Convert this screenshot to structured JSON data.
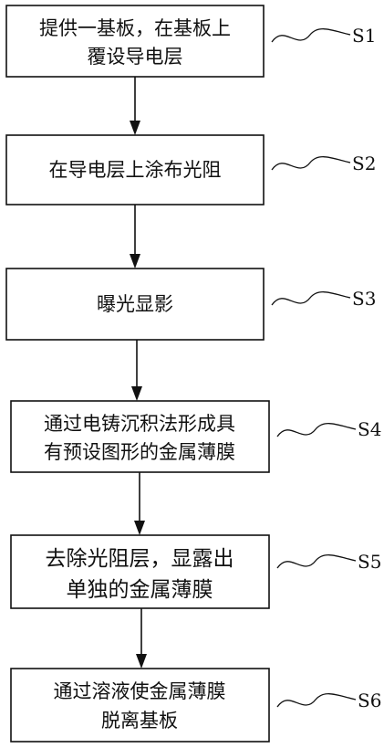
{
  "flowchart": {
    "steps": [
      {
        "id": "S1",
        "label": "S1",
        "lines": [
          "提供一基板，在基板上",
          "覆设导电层"
        ]
      },
      {
        "id": "S2",
        "label": "S2",
        "lines": [
          "在导电层上涂布光阻"
        ]
      },
      {
        "id": "S3",
        "label": "S3",
        "lines": [
          "曝光显影"
        ]
      },
      {
        "id": "S4",
        "label": "S4",
        "lines": [
          "通过电铸沉积法形成具",
          "有预设图形的金属薄膜"
        ]
      },
      {
        "id": "S5",
        "label": "S5",
        "lines": [
          "去除光阻层，显露出",
          "单独的金属薄膜"
        ]
      },
      {
        "id": "S6",
        "label": "S6",
        "lines": [
          "通过溶液使金属薄膜",
          "脱离基板"
        ]
      }
    ]
  }
}
